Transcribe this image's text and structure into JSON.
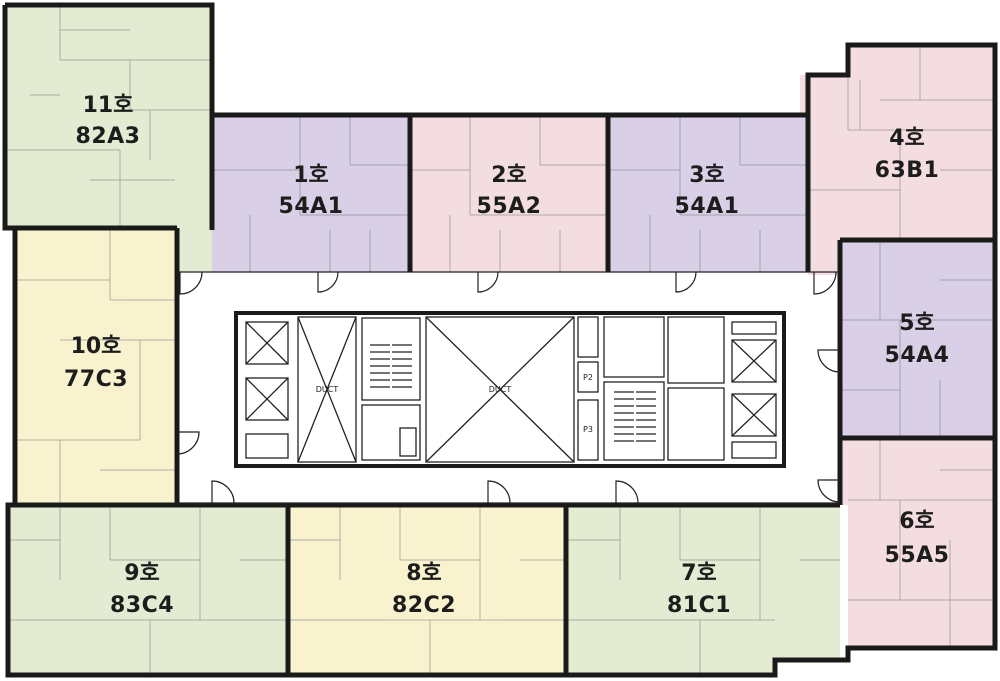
{
  "colors": {
    "green": "#e3ecd2",
    "purple": "#d9cfe6",
    "pink": "#f3dde1",
    "yellow": "#f8f2cf",
    "wall": "#1a1a1a",
    "corridor": "#ffffff"
  },
  "units": [
    {
      "id": "u11",
      "name": "11호",
      "code": "82A3",
      "color": "green"
    },
    {
      "id": "u1",
      "name": "1호",
      "code": "54A1",
      "color": "purple"
    },
    {
      "id": "u2",
      "name": "2호",
      "code": "55A2",
      "color": "pink"
    },
    {
      "id": "u3",
      "name": "3호",
      "code": "54A1",
      "color": "purple"
    },
    {
      "id": "u4",
      "name": "4호",
      "code": "63B1",
      "color": "pink"
    },
    {
      "id": "u5",
      "name": "5호",
      "code": "54A4",
      "color": "purple"
    },
    {
      "id": "u10",
      "name": "10호",
      "code": "77C3",
      "color": "yellow"
    },
    {
      "id": "u6",
      "name": "6호",
      "code": "55A5",
      "color": "pink"
    },
    {
      "id": "u9",
      "name": "9호",
      "code": "83C4",
      "color": "green"
    },
    {
      "id": "u8",
      "name": "8호",
      "code": "82C2",
      "color": "yellow"
    },
    {
      "id": "u7",
      "name": "7호",
      "code": "81C1",
      "color": "green"
    }
  ],
  "core": {
    "duct_label_left": "DUCT",
    "duct_label_right": "DUCT",
    "pit_label_1": "P2",
    "pit_label_2": "P3"
  }
}
